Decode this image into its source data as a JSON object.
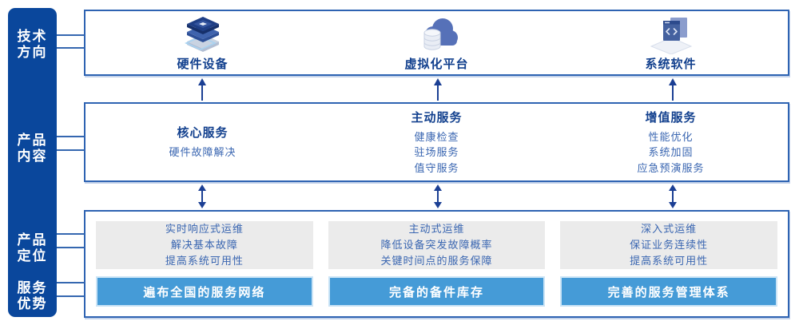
{
  "sidebar": {
    "labels": [
      {
        "text": "技术\n方向"
      },
      {
        "text": "产品\n内容"
      },
      {
        "text": "产品\n定位"
      },
      {
        "text": "服务\n优势"
      }
    ]
  },
  "tech_row": {
    "items": [
      {
        "icon": "server-stack-icon",
        "label": "硬件设备"
      },
      {
        "icon": "cloud-database-icon",
        "label": "虚拟化平台"
      },
      {
        "icon": "code-window-icon",
        "label": "系统软件"
      }
    ]
  },
  "services_row": {
    "columns": [
      {
        "title": "核心服务",
        "items": [
          "硬件故障解决"
        ]
      },
      {
        "title": "主动服务",
        "items": [
          "健康检查",
          "驻场服务",
          "值守服务"
        ]
      },
      {
        "title": "增值服务",
        "items": [
          "性能优化",
          "系统加固",
          "应急预演服务"
        ]
      }
    ]
  },
  "positioning_row": {
    "columns": [
      {
        "description": "实时响应式运维\n解决基本故障\n提高系统可用性",
        "banner": "遍布全国的服务网络"
      },
      {
        "description": "主动式运维\n降低设备突发故障概率\n关键时间点的服务保障",
        "banner": "完备的备件库存"
      },
      {
        "description": "深入式运维\n保证业务连续性\n提高系统可用性",
        "banner": "完善的服务管理体系"
      }
    ]
  },
  "colors": {
    "sidebar_bg": "#0a479c",
    "connector": "#3567b0",
    "box_border": "#2e63b2",
    "heading_text": "#12408e",
    "item_text": "#3a66b1",
    "panel_bg": "#ebebeb",
    "banner_bg": "#459bd7",
    "banner_border": "#cbe4f6",
    "arrow": "#1b3f94"
  }
}
